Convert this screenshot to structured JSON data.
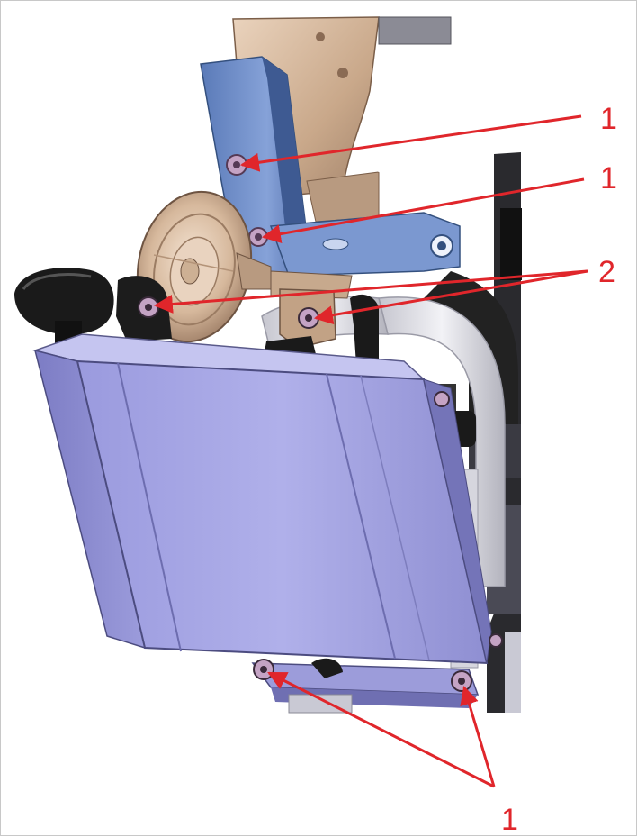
{
  "colors": {
    "callout": "#e0262b",
    "bracket_blue": "#6f8fc9",
    "bronze": "#c9a88a",
    "housing": "#a9a9e6",
    "dark_part": "#1c1c1c",
    "frame_grey": "#d6d6de"
  },
  "callouts": [
    {
      "id": "upper-bolt",
      "label": "1"
    },
    {
      "id": "middle-bolt",
      "label": "1"
    },
    {
      "id": "horn-mount",
      "label": "2"
    },
    {
      "id": "lower-bolts",
      "label": "1"
    }
  ]
}
